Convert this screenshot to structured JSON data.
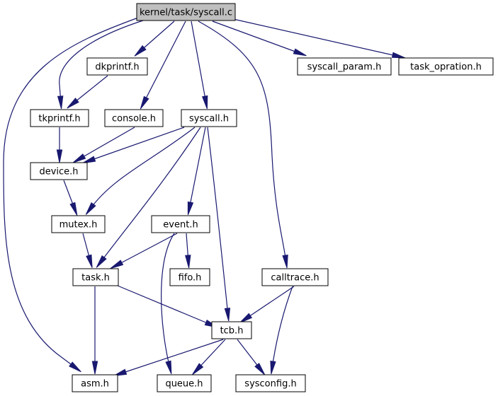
{
  "colors": {
    "edge": "#191970",
    "root_fill": "#bfbfbf",
    "node_fill": "#ffffff",
    "border": "#000000"
  },
  "nodes": [
    {
      "id": "syscall_c",
      "label": "kernel/task/syscall.c",
      "root": true
    },
    {
      "id": "dkprintf",
      "label": "dkprintf.h"
    },
    {
      "id": "syscall_param",
      "label": "syscall_param.h"
    },
    {
      "id": "task_opration",
      "label": "task_opration.h"
    },
    {
      "id": "tkprintf",
      "label": "tkprintf.h"
    },
    {
      "id": "console",
      "label": "console.h"
    },
    {
      "id": "syscall_h",
      "label": "syscall.h"
    },
    {
      "id": "device",
      "label": "device.h"
    },
    {
      "id": "mutex",
      "label": "mutex.h"
    },
    {
      "id": "event",
      "label": "event.h"
    },
    {
      "id": "task",
      "label": "task.h"
    },
    {
      "id": "fifo",
      "label": "fifo.h"
    },
    {
      "id": "calltrace",
      "label": "calltrace.h"
    },
    {
      "id": "tcb",
      "label": "tcb.h"
    },
    {
      "id": "asm",
      "label": "asm.h"
    },
    {
      "id": "queue",
      "label": "queue.h"
    },
    {
      "id": "sysconfig",
      "label": "sysconfig.h"
    }
  ],
  "edges": [
    [
      "syscall_c",
      "asm"
    ],
    [
      "syscall_c",
      "tkprintf"
    ],
    [
      "syscall_c",
      "dkprintf"
    ],
    [
      "syscall_c",
      "console"
    ],
    [
      "syscall_c",
      "syscall_h"
    ],
    [
      "syscall_c",
      "calltrace"
    ],
    [
      "syscall_c",
      "syscall_param"
    ],
    [
      "syscall_c",
      "task_opration"
    ],
    [
      "dkprintf",
      "tkprintf"
    ],
    [
      "tkprintf",
      "device"
    ],
    [
      "console",
      "device"
    ],
    [
      "syscall_h",
      "device"
    ],
    [
      "syscall_h",
      "mutex"
    ],
    [
      "syscall_h",
      "task"
    ],
    [
      "syscall_h",
      "event"
    ],
    [
      "syscall_h",
      "tcb"
    ],
    [
      "device",
      "mutex"
    ],
    [
      "mutex",
      "task"
    ],
    [
      "event",
      "task"
    ],
    [
      "event",
      "fifo"
    ],
    [
      "event",
      "queue"
    ],
    [
      "task",
      "tcb"
    ],
    [
      "task",
      "asm"
    ],
    [
      "calltrace",
      "tcb"
    ],
    [
      "calltrace",
      "sysconfig"
    ],
    [
      "tcb",
      "asm"
    ],
    [
      "tcb",
      "queue"
    ],
    [
      "tcb",
      "sysconfig"
    ]
  ]
}
